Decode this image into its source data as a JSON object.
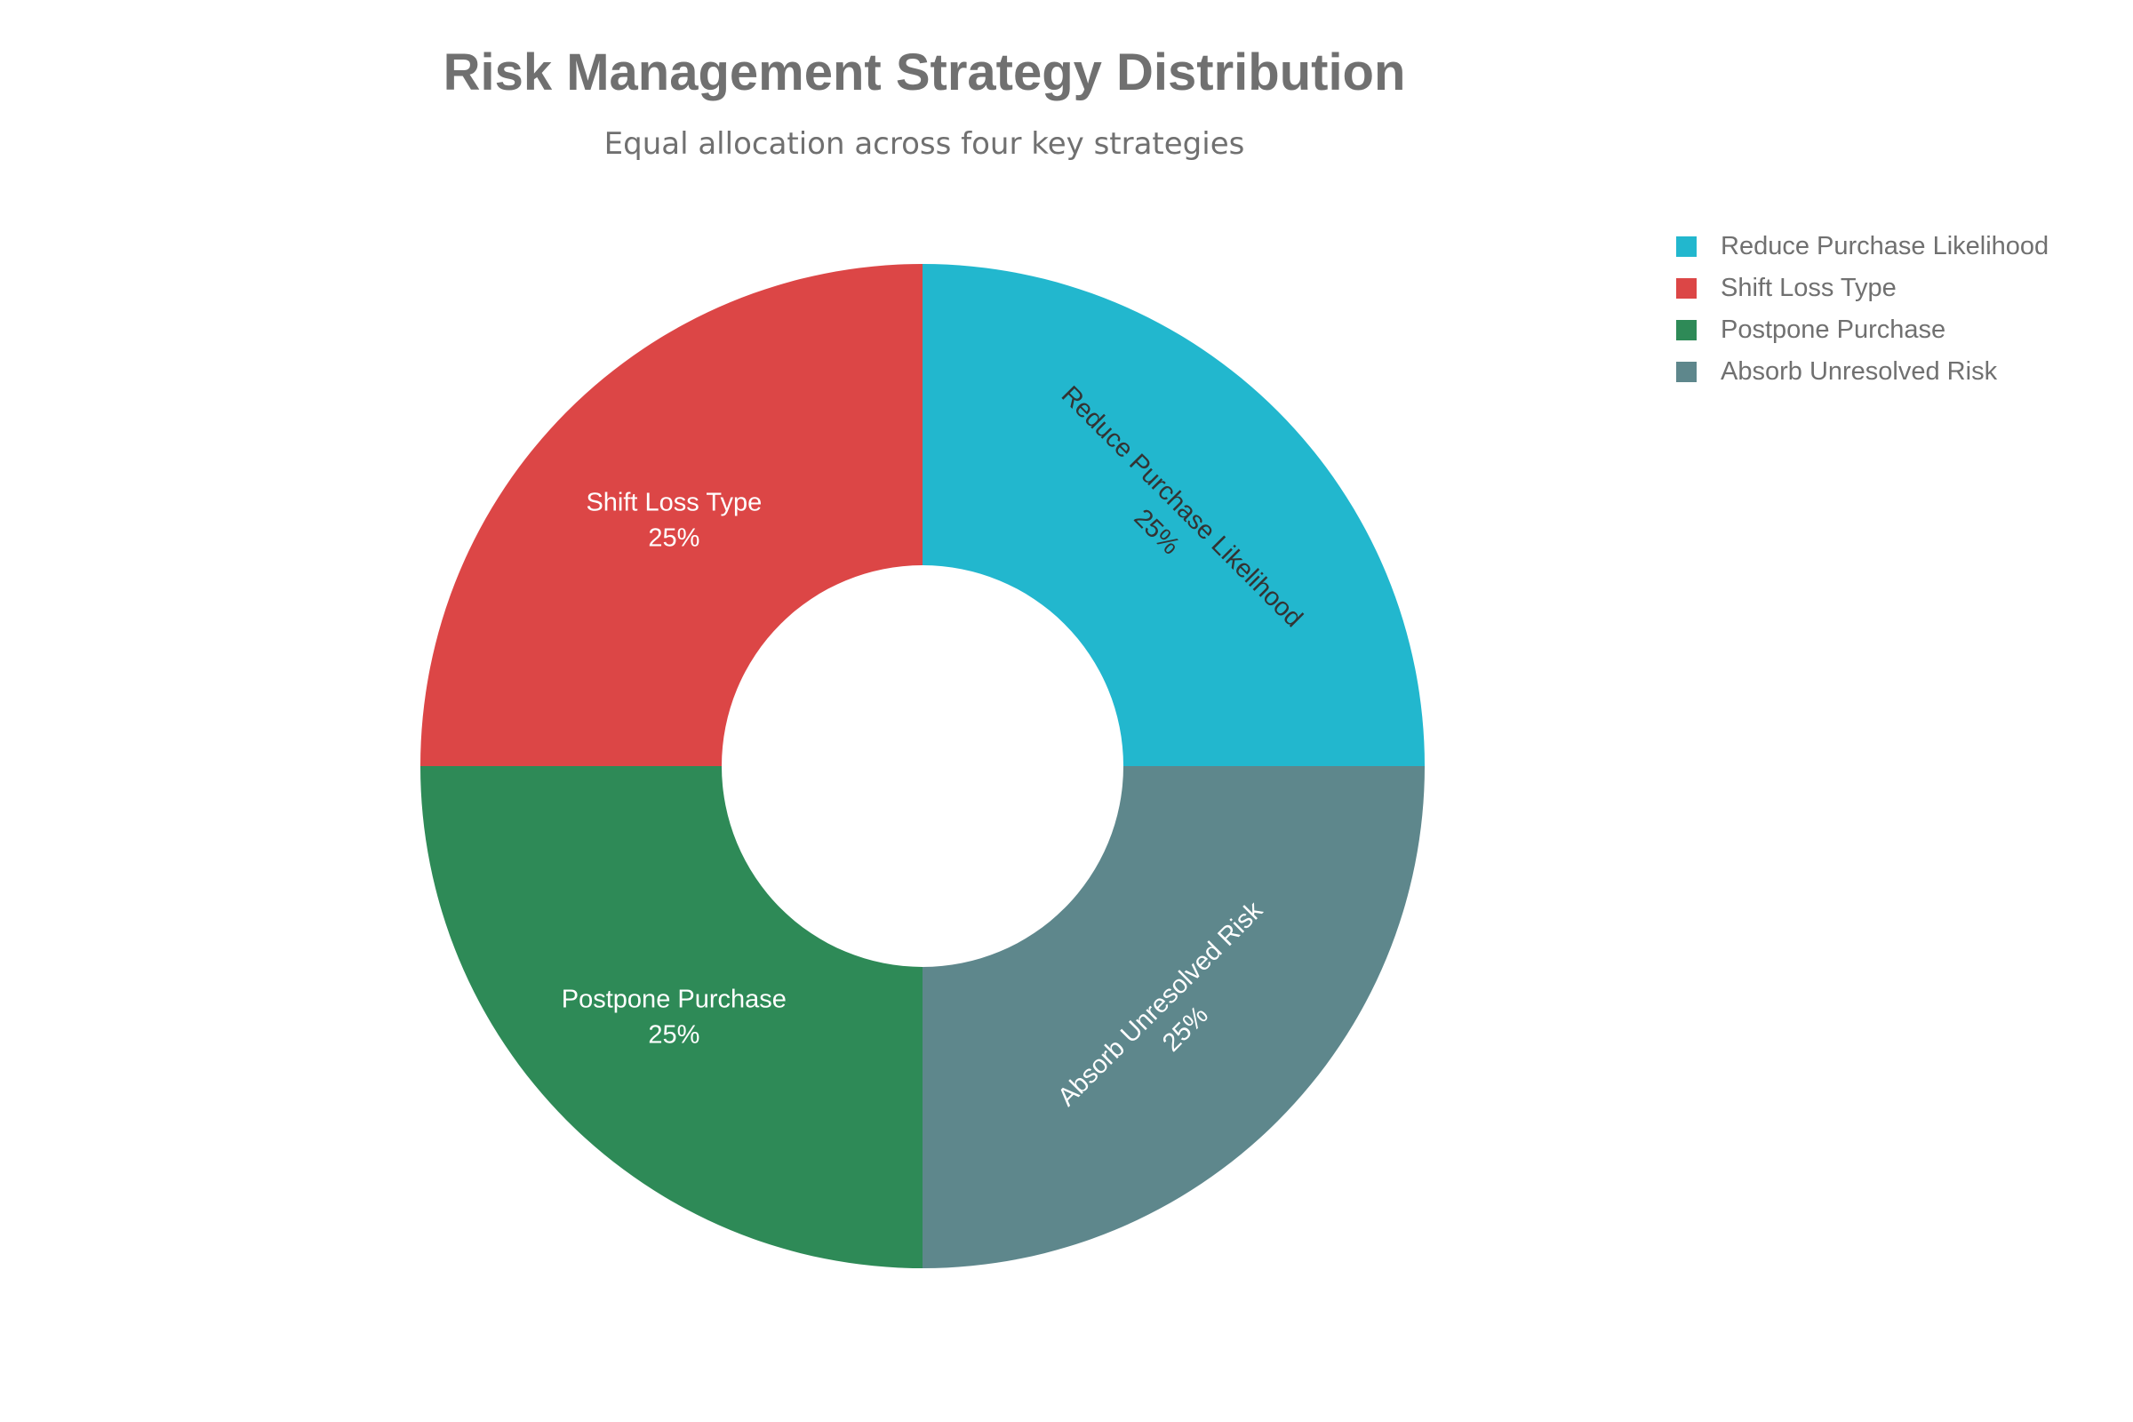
{
  "chart_data": {
    "type": "pie",
    "hole": true,
    "title": "Risk Management Strategy Distribution",
    "subtitle": "Equal allocation across four key strategies",
    "categories": [
      "Reduce Purchase Likelihood",
      "Shift Loss Type",
      "Postpone Purchase",
      "Absorb Unresolved Risk"
    ],
    "values": [
      25,
      25,
      25,
      25
    ],
    "labels": [
      "25%",
      "25%",
      "25%",
      "25%"
    ],
    "colors": [
      "#22b7ce",
      "#dc4646",
      "#2e8a57",
      "#5e878c"
    ],
    "label_colors": [
      "#333333",
      "#ffffff",
      "#ffffff",
      "#ffffff"
    ],
    "legend_position": "top-right"
  }
}
